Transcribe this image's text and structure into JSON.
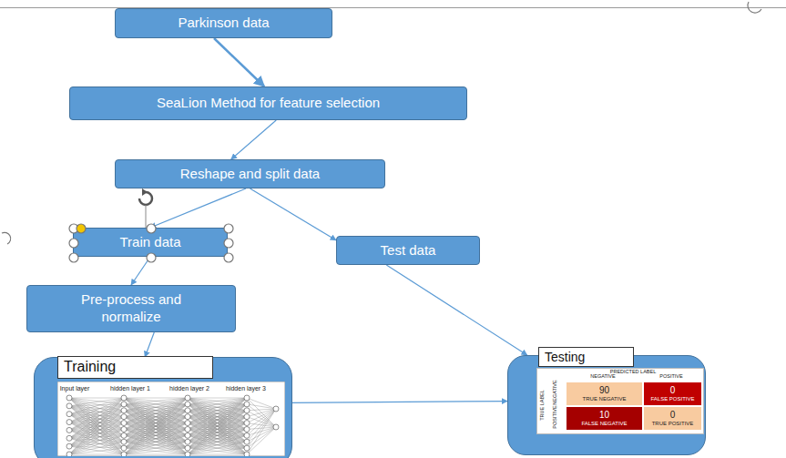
{
  "diagram": {
    "nodes": [
      {
        "text": [
          "Parkinson data"
        ]
      },
      {
        "text": [
          "SeaLion Method for feature selection"
        ]
      },
      {
        "text": [
          "Reshape and split data"
        ]
      },
      {
        "text": [
          "Train data"
        ]
      },
      {
        "text": [
          "Test data"
        ]
      },
      {
        "text": [
          "Pre-process and normalize"
        ]
      },
      {
        "text": [
          "Training"
        ]
      },
      {
        "text": [
          "Testing"
        ]
      },
      {
        "text": [
          "90",
          "TRUE NEGATIVE"
        ],
        "in": 7
      },
      {
        "text": [
          "0",
          "FALSE POSITIVE"
        ],
        "in": 7
      },
      {
        "text": [
          "10",
          "FALSE NEGATIVE"
        ],
        "in": 7
      },
      {
        "text": [
          "0",
          "TRUE POSITIVE"
        ],
        "in": 7
      }
    ],
    "edges": [
      {
        "from": 0,
        "to": 1,
        "arrow": "to"
      },
      {
        "from": 1,
        "to": 2,
        "arrow": "to"
      },
      {
        "from": 2,
        "to": 3,
        "arrow": "to"
      },
      {
        "from": 2,
        "to": 4,
        "arrow": "to"
      },
      {
        "from": 3,
        "to": 5,
        "arrow": "to"
      },
      {
        "from": 5,
        "to": 6,
        "arrow": "to"
      },
      {
        "from": 6,
        "to": 7,
        "arrow": "to"
      },
      {
        "from": 4,
        "to": 7,
        "arrow": "to"
      }
    ],
    "labels": [
      "Input layer",
      "hidden layer 1",
      "hidden layer 2",
      "hidden layer 3",
      "PREDICTED LABEL",
      "NEGATIVE",
      "POSITIVE",
      "TRUE LABEL",
      "NEGATIVE",
      "POSITIVE"
    ]
  }
}
